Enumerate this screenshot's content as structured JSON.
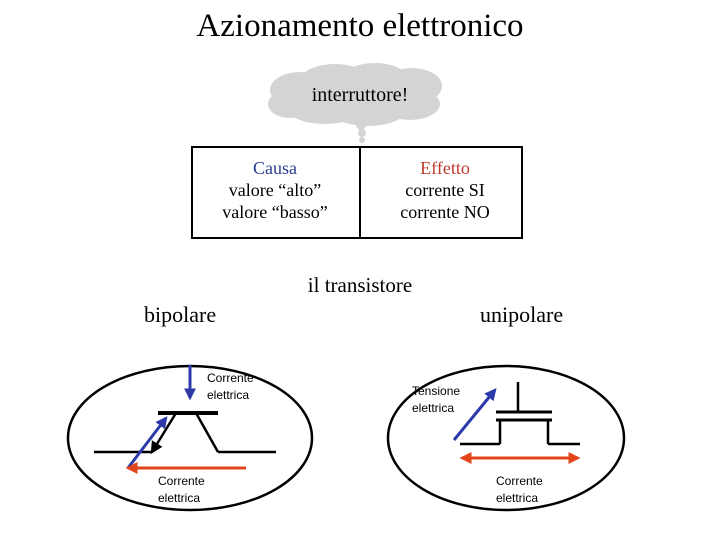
{
  "title": "Azionamento elettronico",
  "cloud": {
    "text": "interruttore!"
  },
  "table": {
    "causa": {
      "header": "Causa",
      "rows": [
        "valore “alto”",
        "valore “basso”"
      ]
    },
    "effetto": {
      "header": "Effetto",
      "rows": [
        "corrente SI",
        "corrente NO"
      ]
    }
  },
  "transistor": {
    "label": "il transistore",
    "bipolar": {
      "label": "bipolare",
      "label_top": [
        "Corrente",
        "elettrica"
      ],
      "label_bottom": [
        "Corrente",
        "elettrica"
      ]
    },
    "unipolar": {
      "label": "unipolare",
      "label_top": [
        "Tensione",
        "elettrica"
      ],
      "label_bottom": [
        "Corrente",
        "elettrica"
      ]
    }
  },
  "colors": {
    "blue_arrow": "#2b3aa8",
    "red_arrow": "#e0451b",
    "cloud": "#d4d4d4",
    "causa_header": "#2b3a8e",
    "effetto_header": "#c0392b"
  }
}
